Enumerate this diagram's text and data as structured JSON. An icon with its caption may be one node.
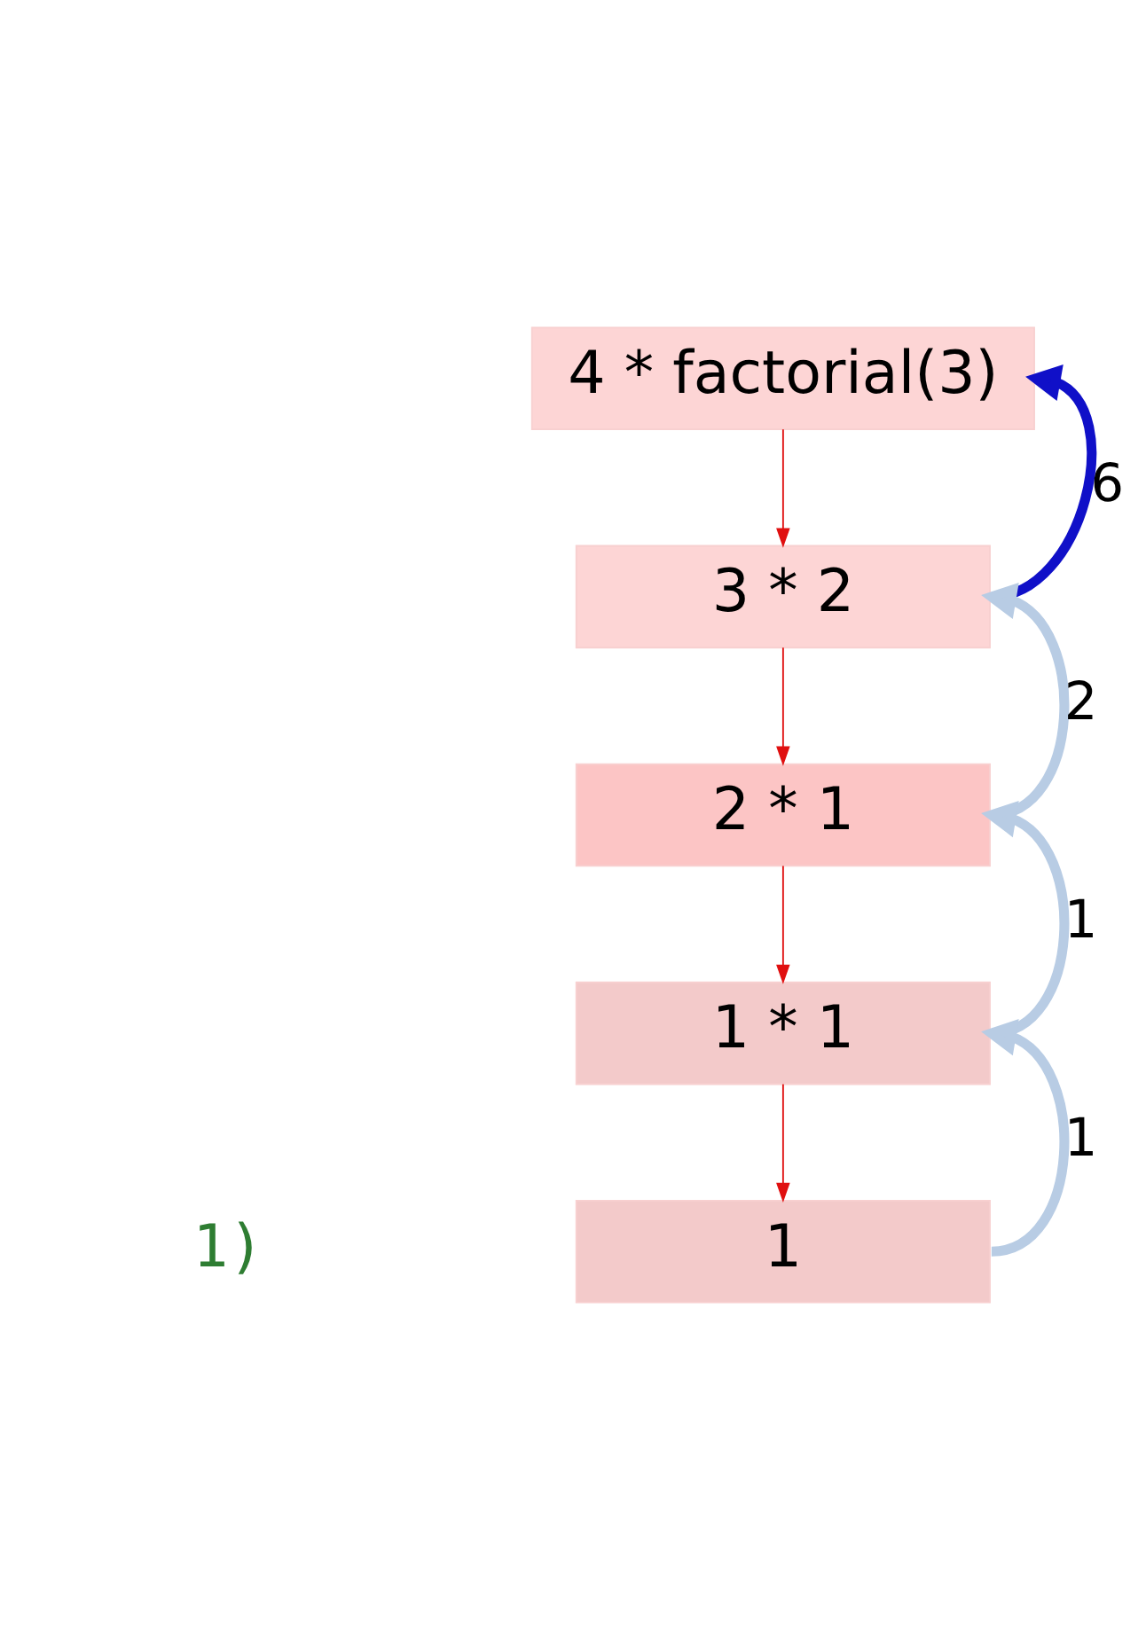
{
  "diagram": {
    "nodes": [
      {
        "text": [
          "4 * factorial(3)"
        ]
      },
      {
        "text": [
          "3 * 2"
        ]
      },
      {
        "text": [
          "2 * 1"
        ]
      },
      {
        "text": [
          "1 * 1"
        ]
      },
      {
        "text": [
          "1"
        ]
      }
    ],
    "edges": [
      {
        "from": 0,
        "to": 1,
        "arrow": "to",
        "color": "#e01010"
      },
      {
        "from": 1,
        "to": 2,
        "arrow": "to",
        "color": "#e01010"
      },
      {
        "from": 2,
        "to": 3,
        "arrow": "to",
        "color": "#e01010"
      },
      {
        "from": 3,
        "to": 4,
        "arrow": "to",
        "color": "#e01010"
      },
      {
        "from": 1,
        "to": 0,
        "arrow": "to",
        "label": "6",
        "style": "thick",
        "color": "#1010c8"
      },
      {
        "from": 2,
        "to": 1,
        "arrow": "to",
        "label": "2",
        "style": "thick",
        "color": "#b8cce4"
      },
      {
        "from": 3,
        "to": 2,
        "arrow": "to",
        "label": "1",
        "style": "thick",
        "color": "#b8cce4"
      },
      {
        "from": 4,
        "to": 3,
        "arrow": "to",
        "label": "1",
        "style": "thick",
        "color": "#b8cce4"
      }
    ],
    "labels": [
      "1)"
    ]
  }
}
